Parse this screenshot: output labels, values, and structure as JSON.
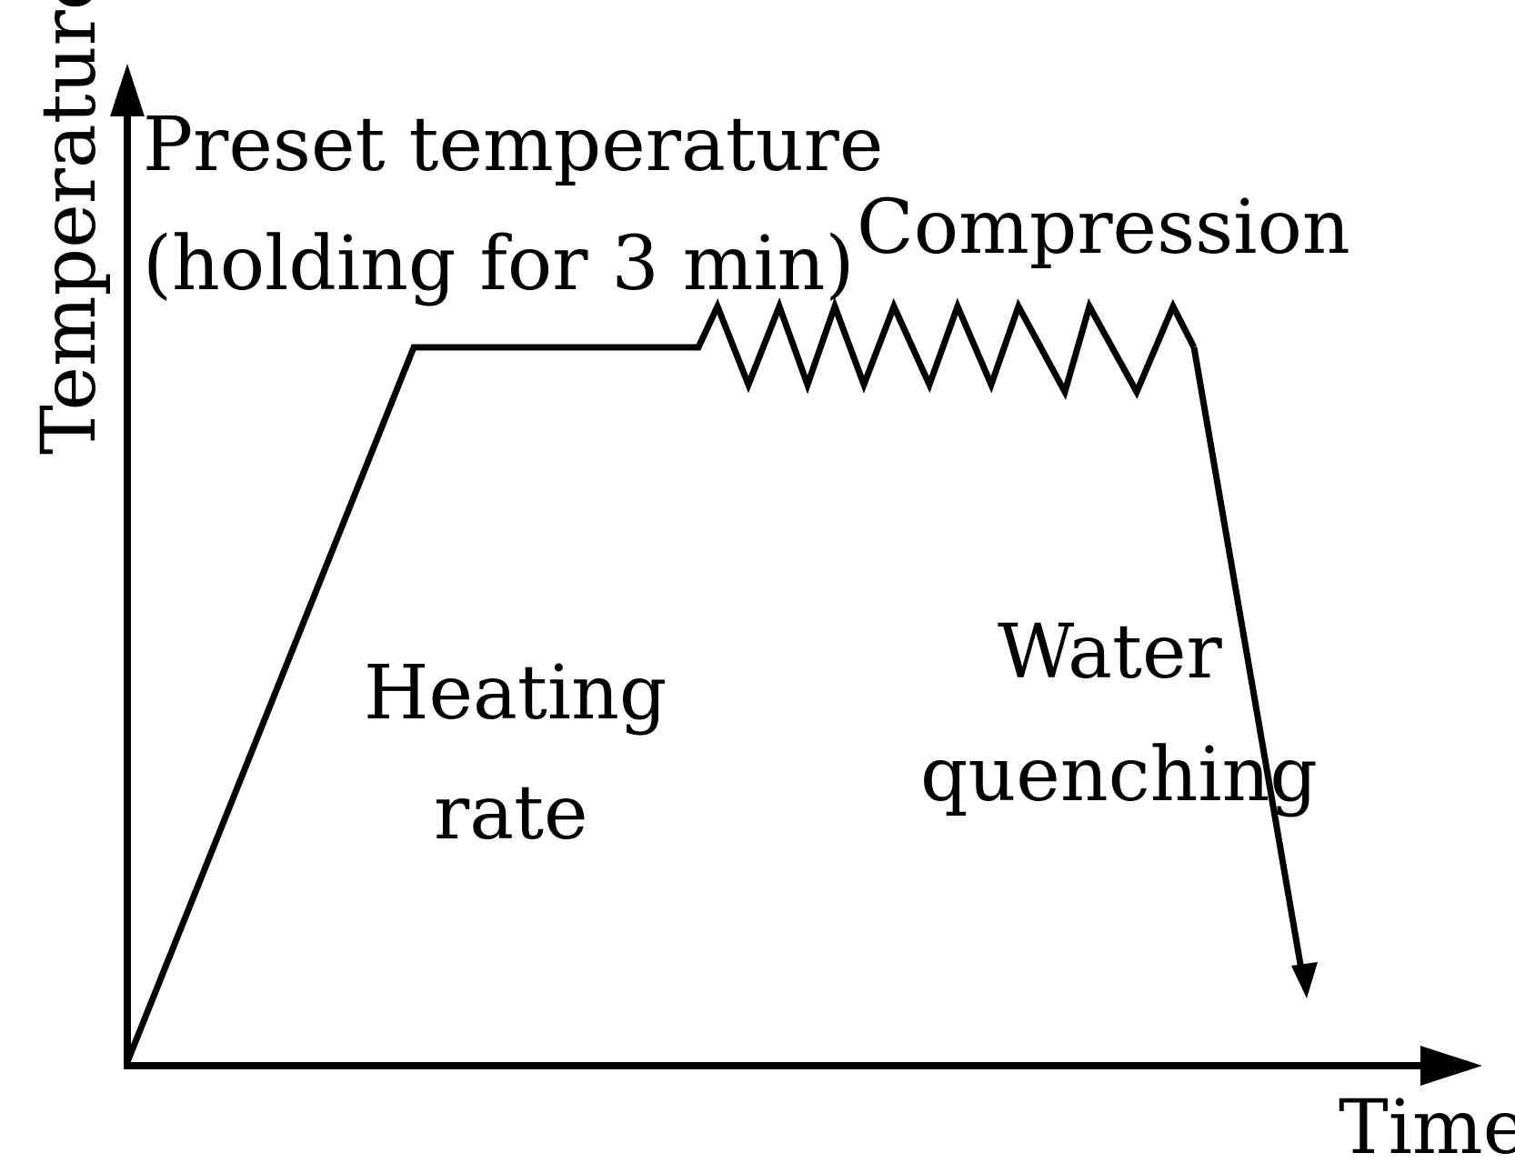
{
  "diagram": {
    "axes": {
      "y_label": "Temperature",
      "x_label": "Time"
    },
    "labels": {
      "preset_line1": "Preset temperature",
      "preset_line2": "(holding for 3 min)",
      "compression": "Compression",
      "heating_line1": "Heating",
      "heating_line2": "rate",
      "water_line1": "Water",
      "water_line2": "quenching"
    },
    "colors": {
      "stroke": "#000000",
      "background": "#ffffff"
    }
  }
}
